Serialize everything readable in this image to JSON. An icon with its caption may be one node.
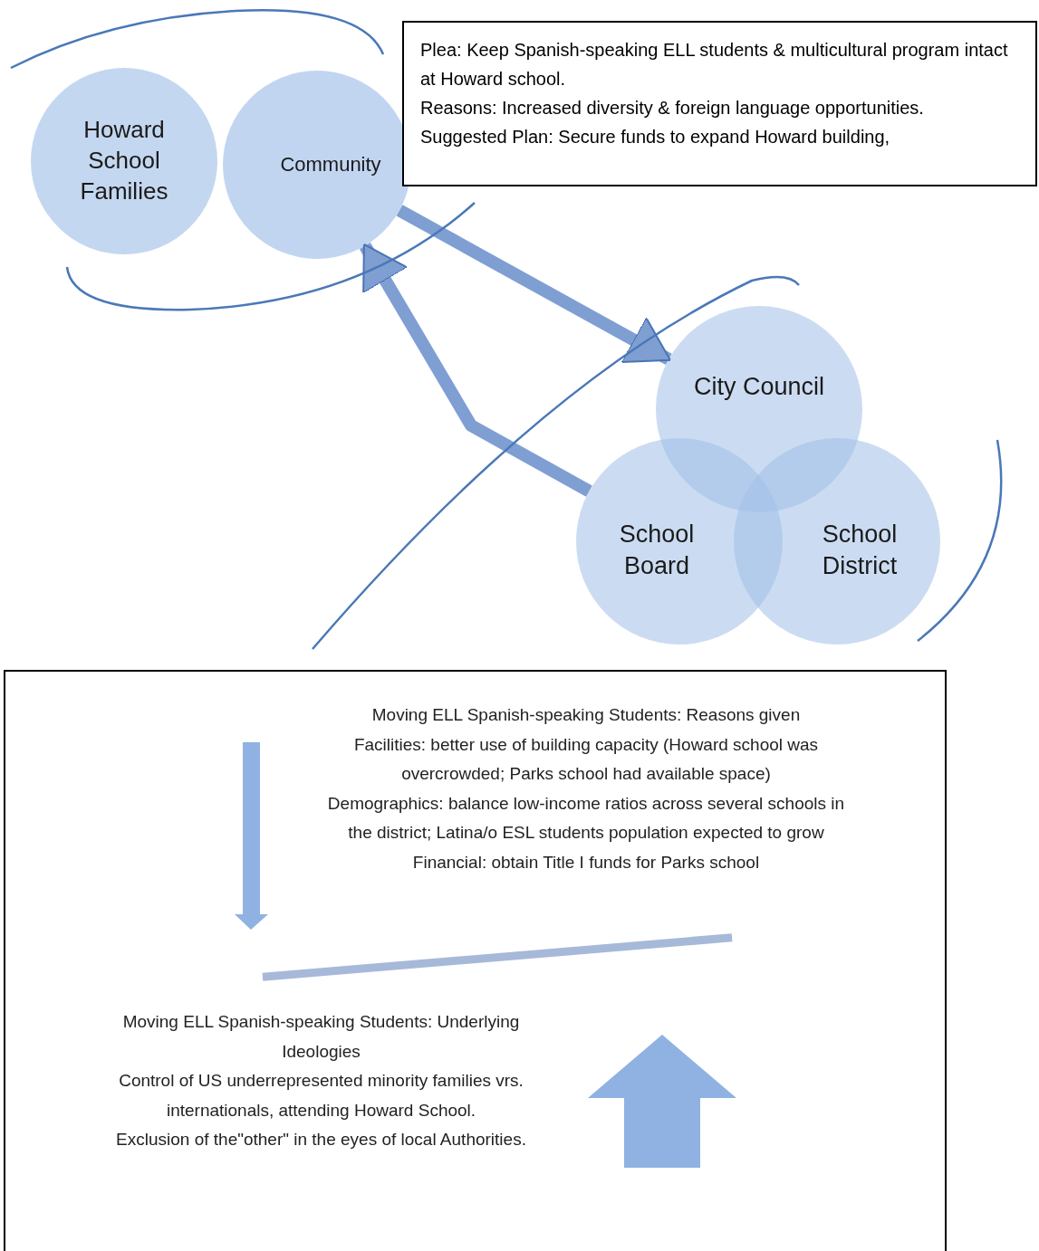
{
  "diagram": {
    "nodes": [
      {
        "text": [
          "Howard School Families"
        ]
      },
      {
        "text": [
          "Community"
        ]
      },
      {
        "text": [
          "Plea: Keep Spanish-speaking ELL students & multicultural program intact at Howard school.",
          "Reasons: Increased diversity & foreign language opportunities.",
          "Suggested Plan: Secure funds to expand Howard building,"
        ]
      },
      {
        "text": [
          "City Council"
        ]
      },
      {
        "text": [
          "School Board"
        ]
      },
      {
        "text": [
          "School District"
        ]
      },
      {
        "text": [
          "Moving ELL Spanish-speaking Students: Reasons given",
          "Facilities: better use of building capacity (Howard school was overcrowded;  Parks school had available space)",
          "Demographics: balance low-income ratios across several schools in the district; Latina/o ESL students population expected to grow",
          "Financial: obtain Title I funds for Parks school",
          "Moving ELL Spanish-speaking Students: Underlying Ideologies",
          "Control of US underrepresented  minority families vrs. internationals, attending Howard School.",
          "Exclusion of the\"other\"  in the eyes of local Authorities."
        ]
      },
      {
        "text": [],
        "shape": "bar",
        "in": 6
      }
    ],
    "edges": [
      {
        "from": 1,
        "to": 3,
        "arrow": "to"
      },
      {
        "from": 4,
        "to": 1,
        "arrow": "to"
      }
    ]
  }
}
